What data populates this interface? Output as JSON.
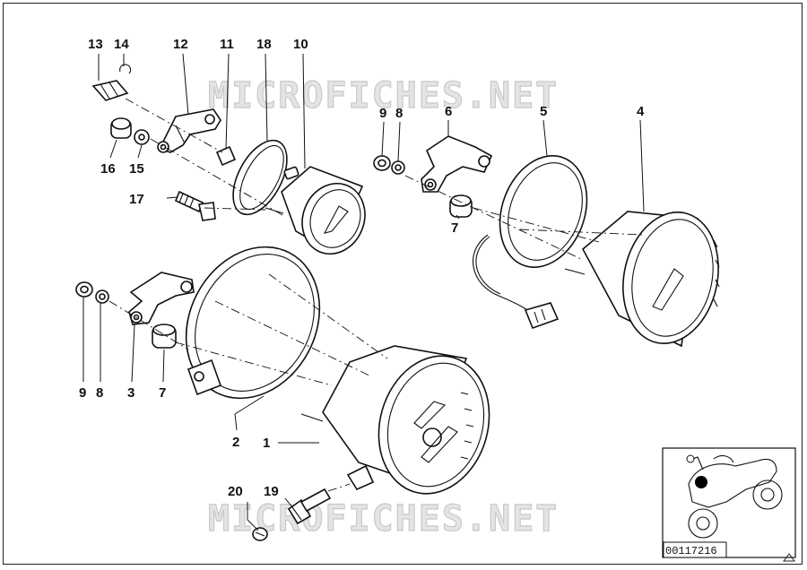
{
  "watermark": {
    "top_text": "MICROFICHES.NET",
    "bottom_text": "MICROFICHES.NET"
  },
  "callouts": {
    "p1": "1",
    "p2": "2",
    "p3": "3",
    "p4": "4",
    "p5": "5",
    "p6": "6",
    "p7a": "7",
    "p7b": "7",
    "p8a": "8",
    "p8b": "8",
    "p9a": "9",
    "p9b": "9",
    "p10": "10",
    "p11": "11",
    "p12": "12",
    "p13": "13",
    "p14": "14",
    "p15": "15",
    "p16": "16",
    "p17": "17",
    "p18": "18",
    "p19": "19",
    "p20": "20"
  },
  "inset": {
    "reference_number": "00117216"
  },
  "colors": {
    "line": "#111111",
    "watermark": "#e4e4e4",
    "inset_highlight": "#000000"
  }
}
